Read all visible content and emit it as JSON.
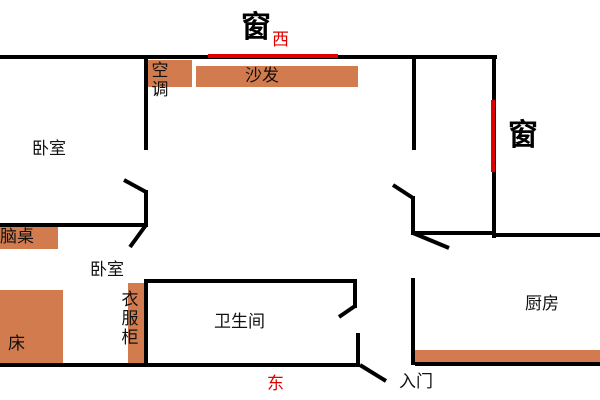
{
  "colors": {
    "wall": "#000000",
    "window": "#e00000",
    "furniture": "#d17b4f",
    "direction": "#e00000"
  },
  "windows": {
    "top_label": "窗",
    "right_label": "窗"
  },
  "directions": {
    "west": "西",
    "east": "东"
  },
  "rooms": {
    "bedroom_upper": "卧室",
    "bedroom_lower": "卧室",
    "bathroom": "卫生间",
    "kitchen": "厨房"
  },
  "furniture": {
    "air_conditioner": [
      "空",
      "调"
    ],
    "sofa": "沙发",
    "computer_desk": "脑桌",
    "bed": "床",
    "wardrobe": [
      "衣",
      "服",
      "柜"
    ]
  },
  "entrance": "入门"
}
